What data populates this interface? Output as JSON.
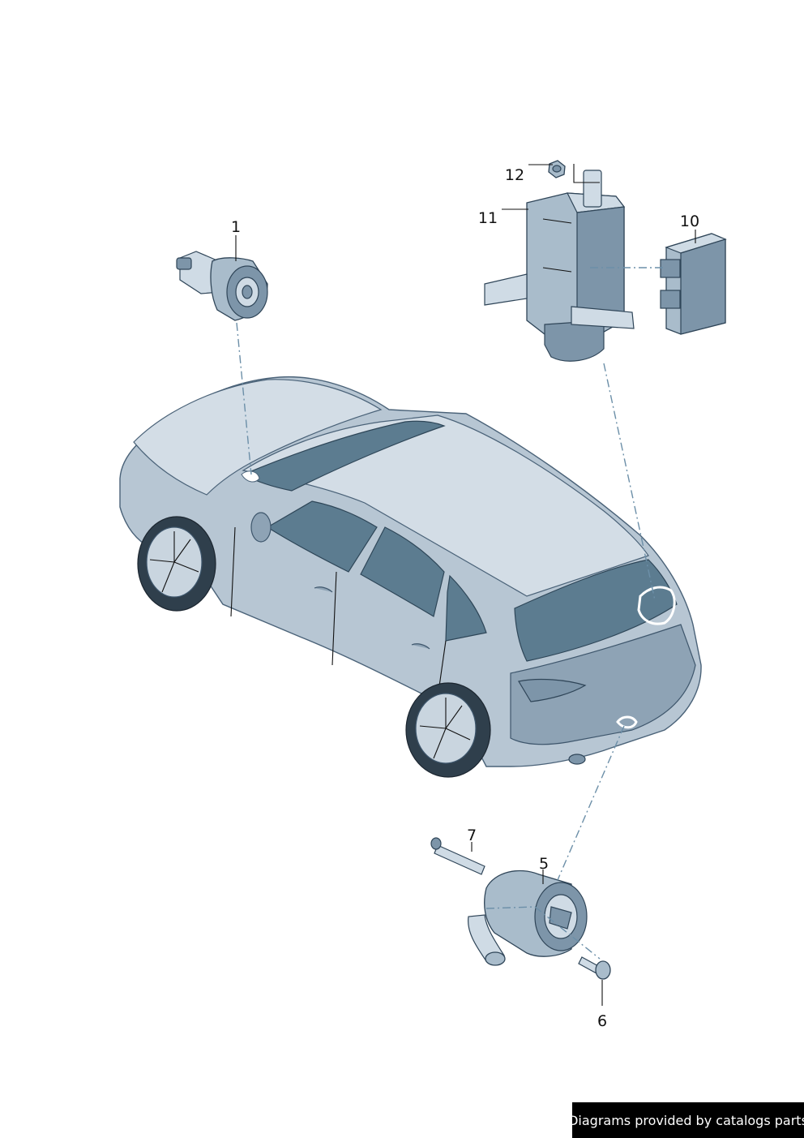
{
  "callouts": {
    "c1": "1",
    "c5": "5",
    "c6": "6",
    "c7": "7",
    "c10": "10",
    "c11": "11",
    "c12": "12"
  },
  "credit": "Diagrams provided by catalogs parts",
  "colors": {
    "vehicle_body": "#b7c6d3",
    "parts": "#a9bccb",
    "outline": "#2f4558",
    "leader_dash": "#6c8fa8",
    "banner": "#000000"
  }
}
